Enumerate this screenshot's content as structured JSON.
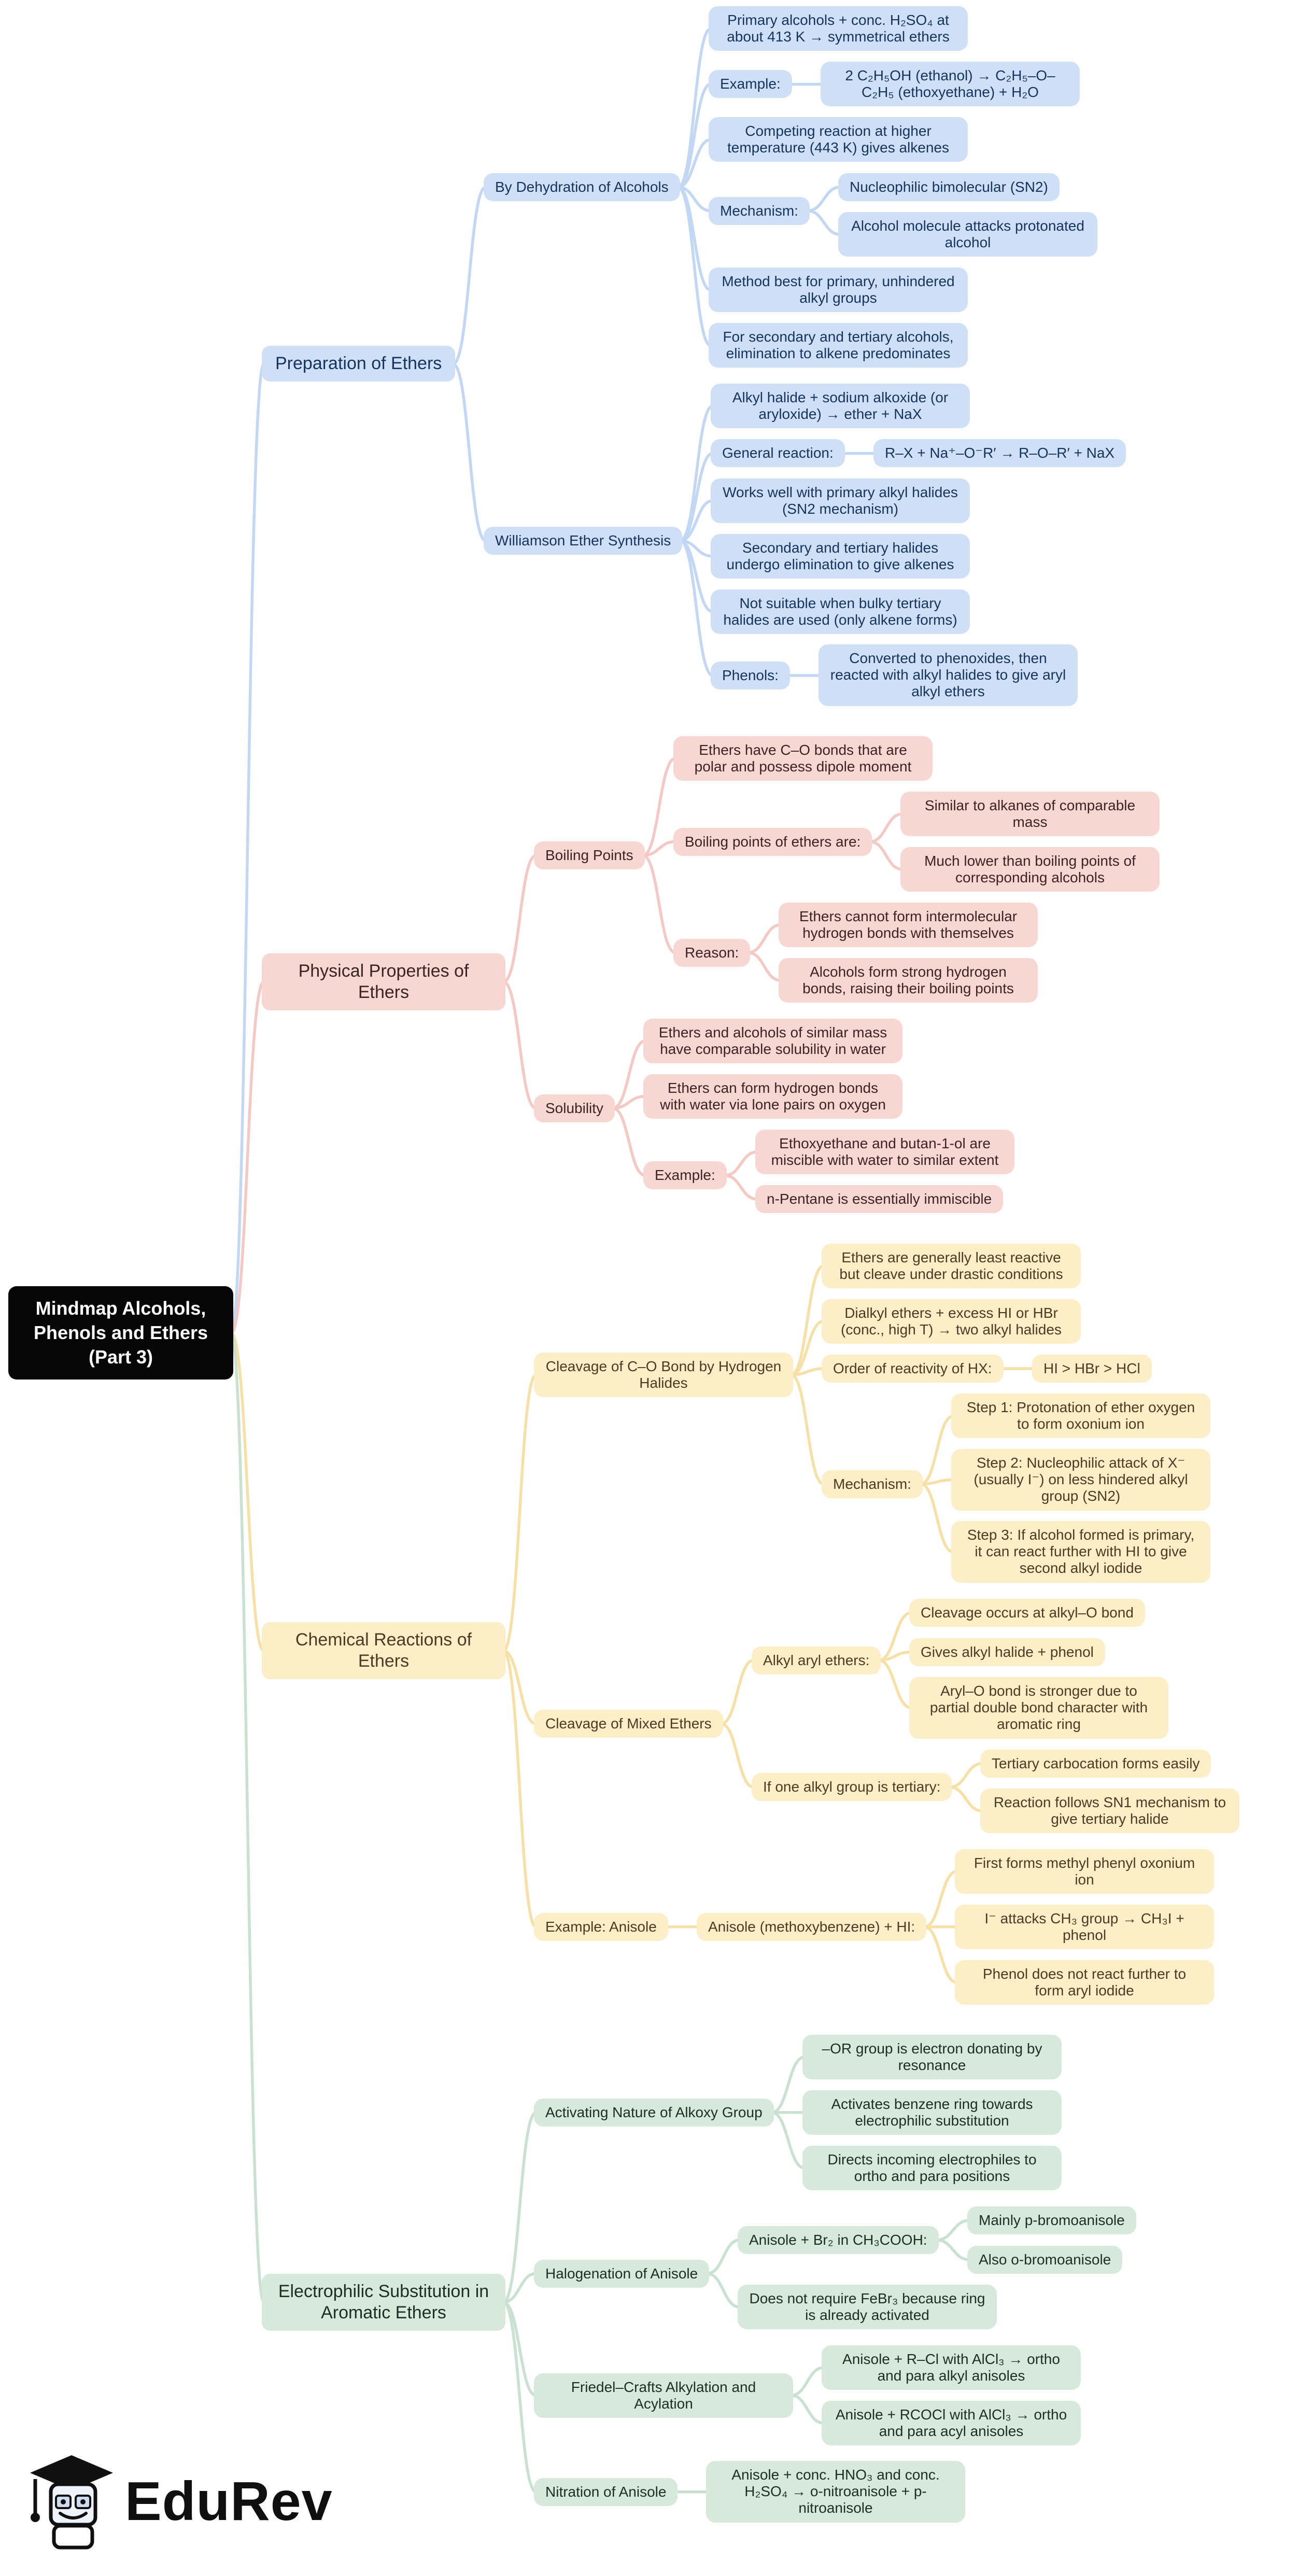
{
  "palette": {
    "blue": {
      "box": "#cfe0f6",
      "text": "#14335e",
      "line": "#c2d7f3"
    },
    "red": {
      "box": "#f8d7d3",
      "text": "#3a2420",
      "line": "#f4c8c4"
    },
    "yellow": {
      "box": "#fceec6",
      "text": "#4c3a22",
      "line": "#f6e0a6"
    },
    "green": {
      "box": "#d6e9db",
      "text": "#1c2e23",
      "line": "#c9e1d0"
    }
  },
  "root": {
    "t": "Mindmap Alcohols, Phenols and Ethers (Part 3)"
  },
  "branches": [
    {
      "t": "Preparation of Ethers",
      "color": "blue",
      "c": [
        {
          "t": "By Dehydration of Alcohols",
          "c": [
            {
              "t": "Primary alcohols + conc. H₂SO₄ at about 413 K → symmetrical ethers"
            },
            {
              "t": "Example:",
              "c": [
                {
                  "t": "2 C₂H₅OH (ethanol) → C₂H₅–O–C₂H₅ (ethoxyethane) + H₂O"
                }
              ]
            },
            {
              "t": "Competing reaction at higher temperature (443 K) gives alkenes"
            },
            {
              "t": "Mechanism:",
              "c": [
                {
                  "t": "Nucleophilic bimolecular (SN2)"
                },
                {
                  "t": "Alcohol molecule attacks protonated alcohol"
                }
              ]
            },
            {
              "t": "Method best for primary, unhindered alkyl groups"
            },
            {
              "t": "For secondary and tertiary alcohols, elimination to alkene predominates"
            }
          ]
        },
        {
          "t": "Williamson Ether Synthesis",
          "c": [
            {
              "t": "Alkyl halide + sodium alkoxide (or aryloxide) → ether + NaX"
            },
            {
              "t": "General reaction:",
              "c": [
                {
                  "t": "R–X + Na⁺–O⁻R′ → R–O–R′ + NaX"
                }
              ]
            },
            {
              "t": "Works well with primary alkyl halides (SN2 mechanism)"
            },
            {
              "t": "Secondary and tertiary halides undergo elimination to give alkenes"
            },
            {
              "t": "Not suitable when bulky tertiary halides are used (only alkene forms)"
            },
            {
              "t": "Phenols:",
              "c": [
                {
                  "t": "Converted to phenoxides, then reacted with alkyl halides to give aryl alkyl ethers"
                }
              ]
            }
          ]
        }
      ]
    },
    {
      "t": "Physical Properties of Ethers",
      "color": "red",
      "c": [
        {
          "t": "Boiling Points",
          "c": [
            {
              "t": "Ethers have C–O bonds that are polar and possess dipole moment"
            },
            {
              "t": "Boiling points of ethers are:",
              "c": [
                {
                  "t": "Similar to alkanes of comparable mass"
                },
                {
                  "t": "Much lower than boiling points of corresponding alcohols"
                }
              ]
            },
            {
              "t": "Reason:",
              "c": [
                {
                  "t": "Ethers cannot form intermolecular hydrogen bonds with themselves"
                },
                {
                  "t": "Alcohols form strong hydrogen bonds, raising their boiling points"
                }
              ]
            }
          ]
        },
        {
          "t": "Solubility",
          "c": [
            {
              "t": "Ethers and alcohols of similar mass have comparable solubility in water"
            },
            {
              "t": "Ethers can form hydrogen bonds with water via lone pairs on oxygen"
            },
            {
              "t": "Example:",
              "c": [
                {
                  "t": "Ethoxyethane and butan-1-ol are miscible with water to similar extent"
                },
                {
                  "t": "n-Pentane is essentially immiscible"
                }
              ]
            }
          ]
        }
      ]
    },
    {
      "t": "Chemical Reactions of Ethers",
      "color": "yellow",
      "c": [
        {
          "t": "Cleavage of C–O Bond by Hydrogen Halides",
          "c": [
            {
              "t": "Ethers are generally least reactive but cleave under drastic conditions"
            },
            {
              "t": "Dialkyl ethers + excess HI or HBr (conc., high T) → two alkyl halides"
            },
            {
              "t": "Order of reactivity of HX:",
              "c": [
                {
                  "t": "HI > HBr > HCl"
                }
              ]
            },
            {
              "t": "Mechanism:",
              "c": [
                {
                  "t": "Step 1: Protonation of ether oxygen to form oxonium ion"
                },
                {
                  "t": "Step 2: Nucleophilic attack of X⁻ (usually I⁻) on less hindered alkyl group (SN2)"
                },
                {
                  "t": "Step 3: If alcohol formed is primary, it can react further with HI to give second alkyl iodide"
                }
              ]
            }
          ]
        },
        {
          "t": "Cleavage of Mixed Ethers",
          "c": [
            {
              "t": "Alkyl aryl ethers:",
              "c": [
                {
                  "t": "Cleavage occurs at alkyl–O bond"
                },
                {
                  "t": "Gives alkyl halide + phenol"
                },
                {
                  "t": "Aryl–O bond is stronger due to partial double bond character with aromatic ring"
                }
              ]
            },
            {
              "t": "If one alkyl group is tertiary:",
              "c": [
                {
                  "t": "Tertiary carbocation forms easily"
                },
                {
                  "t": "Reaction follows SN1 mechanism to give tertiary halide"
                }
              ]
            }
          ]
        },
        {
          "t": "Example: Anisole",
          "c": [
            {
              "t": "Anisole (methoxybenzene) + HI:",
              "c": [
                {
                  "t": "First forms methyl phenyl oxonium ion"
                },
                {
                  "t": "I⁻ attacks CH₃ group → CH₃I + phenol"
                },
                {
                  "t": "Phenol does not react further to form aryl iodide"
                }
              ]
            }
          ]
        }
      ]
    },
    {
      "t": "Electrophilic Substitution in Aromatic Ethers",
      "color": "green",
      "c": [
        {
          "t": "Activating Nature of Alkoxy Group",
          "c": [
            {
              "t": "–OR group is electron donating by resonance"
            },
            {
              "t": "Activates benzene ring towards electrophilic substitution"
            },
            {
              "t": "Directs incoming electrophiles to ortho and para positions"
            }
          ]
        },
        {
          "t": "Halogenation of Anisole",
          "c": [
            {
              "t": "Anisole + Br₂ in CH₃COOH:",
              "c": [
                {
                  "t": "Mainly p-bromoanisole"
                },
                {
                  "t": "Also o-bromoanisole"
                }
              ]
            },
            {
              "t": "Does not require FeBr₃ because ring is already activated"
            }
          ]
        },
        {
          "t": "Friedel–Crafts Alkylation and Acylation",
          "c": [
            {
              "t": "Anisole + R–Cl with AlCl₃ → ortho and para alkyl anisoles"
            },
            {
              "t": "Anisole + RCOCl with AlCl₃ → ortho and para acyl anisoles"
            }
          ]
        },
        {
          "t": "Nitration of Anisole",
          "c": [
            {
              "t": "Anisole + conc. HNO₃ and conc. H₂SO₄ → o-nitroanisole + p-nitroanisole"
            }
          ]
        }
      ]
    }
  ],
  "logo": {
    "text": "EduRev"
  }
}
